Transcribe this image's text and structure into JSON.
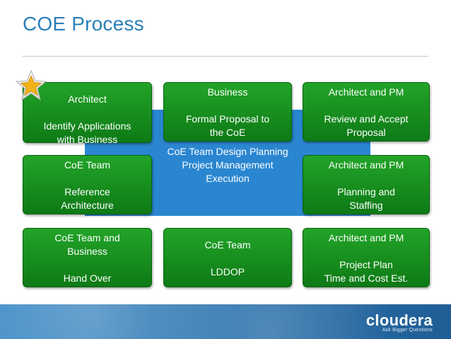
{
  "title": "COE Process",
  "center": {
    "heading": "CoE Team",
    "items": [
      "Design",
      "Planning",
      "Project Management",
      "Execution"
    ]
  },
  "boxes": [
    {
      "lines": [
        "Architect",
        "",
        "Identify Applications",
        "with Business"
      ]
    },
    {
      "lines": [
        "Business",
        "",
        "Formal Proposal to",
        "the CoE"
      ]
    },
    {
      "lines": [
        "Architect and PM",
        "",
        "Review and Accept",
        "Proposal"
      ]
    },
    {
      "lines": [
        "CoE Team",
        "",
        "Reference",
        "Architecture"
      ]
    },
    {
      "lines": [
        "Architect and PM",
        "",
        "Planning and",
        "Staffing"
      ]
    },
    {
      "lines": [
        "CoE Team and",
        "Business",
        "",
        "Hand Over"
      ]
    },
    {
      "lines": [
        "CoE Team",
        "",
        "LDDOP"
      ]
    },
    {
      "lines": [
        "Architect and PM",
        "",
        "Project Plan",
        "Time and Cost Est."
      ]
    }
  ],
  "footer": {
    "logo": "cloudera",
    "tagline": "Ask Bigger Questions"
  },
  "colors": {
    "title": "#2a7fb8",
    "panel": "#2a86d0",
    "box": "#169a1e",
    "star": "#f2b31a"
  }
}
